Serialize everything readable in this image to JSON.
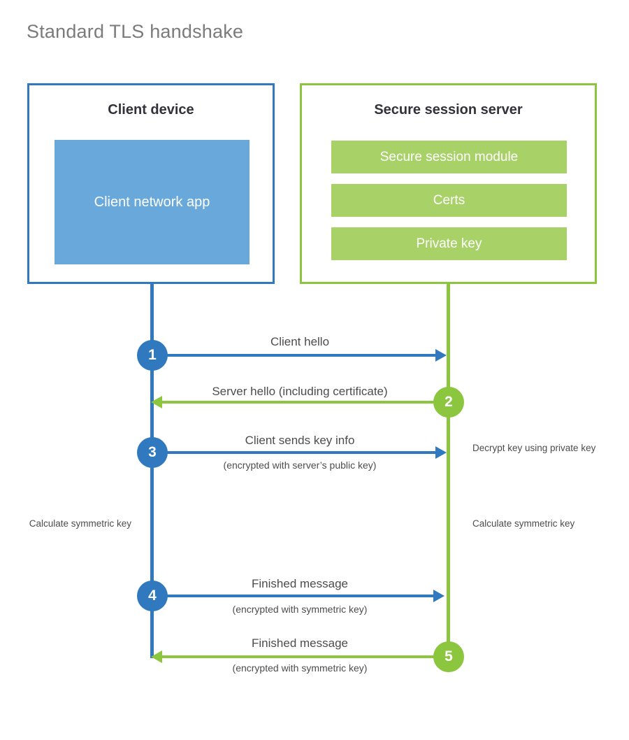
{
  "title": "Standard TLS handshake",
  "client_panel": {
    "title": "Client device",
    "app_label": "Client network app"
  },
  "server_panel": {
    "title": "Secure session server",
    "bars": [
      {
        "label": "Secure session module"
      },
      {
        "label": "Certs"
      },
      {
        "label": "Private key"
      }
    ]
  },
  "colors": {
    "client_border": "#3179be",
    "client_fill": "#69a8db",
    "server_border": "#8cc63f",
    "server_fill": "#a8d268",
    "title_text": "#7b7b7b",
    "body_text": "#4c4c4c"
  },
  "steps": [
    {
      "number": "1",
      "direction": "client-to-server",
      "color": "#3179be",
      "label": "Client hello",
      "sublabel": ""
    },
    {
      "number": "2",
      "direction": "server-to-client",
      "color": "#8cc63f",
      "label": "Server hello (including certificate)",
      "sublabel": ""
    },
    {
      "number": "3",
      "direction": "client-to-server",
      "color": "#3179be",
      "label": "Client sends key info",
      "sublabel": "(encrypted with server’s public key)"
    },
    {
      "number": "4",
      "direction": "client-to-server",
      "color": "#3179be",
      "label": "Finished message",
      "sublabel": "(encrypted with symmetric key)"
    },
    {
      "number": "5",
      "direction": "server-to-client",
      "color": "#8cc63f",
      "label": "Finished message",
      "sublabel": "(encrypted with symmetric key)"
    }
  ],
  "notes": {
    "decrypt_key": "Decrypt key using private key",
    "client_calculate": "Calculate symmetric key",
    "server_calculate": "Calculate symmetric key"
  }
}
